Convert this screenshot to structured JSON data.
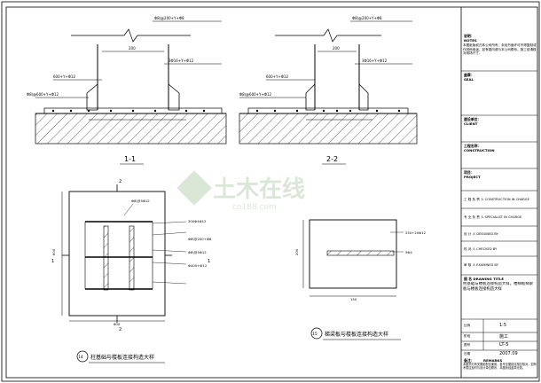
{
  "section_1": {
    "label": "1-1",
    "dims": {
      "top_callout": "Φ8\\@200+Y+Φ8",
      "mid_width": "200",
      "beam_callout": "3Φ16+Y+Φ12",
      "haunch_callout": "600+Y+Φ12",
      "slab_callout": "Φ8\\@600+Y+Φ12"
    }
  },
  "section_2": {
    "label": "2-2",
    "dims": {
      "top_callout": "Φ8\\@200+Y+Φ8",
      "mid_width": "200",
      "beam_callout": "3Φ16+Y+Φ12",
      "haunch_callout": "600+Y+Φ12",
      "slab_callout": "Φ8\\@600+Y+Φ12"
    }
  },
  "detail_14": {
    "number": "14",
    "title": "柱基础与楼板连接构造大样",
    "cut_label": "2",
    "side_label": "1",
    "dim_bottom": "600",
    "dim_left": "600",
    "callouts": [
      "Φ8\\@5Φ12",
      "300Φ4Φ12",
      "Φ8\\@200+Φ8",
      "Φ8\\@5Φ12",
      "Φ400+Φ12"
    ]
  },
  "detail_15": {
    "number": "15",
    "title": "梯梁板与楼板连接构造大样",
    "callout_top": "250+20Φ12",
    "callout_mid": "5Φ4",
    "dim_bottom": "150",
    "dim_left": "200"
  },
  "title_block": {
    "notes_label": "说明：",
    "notes_label_en": "NOTES",
    "notes_text": "本图纸版权归本公司所有，未经书面许可不得复制或作其他用途，如有疑问请与本公司联系。施工前请核对现场尺寸。",
    "seal_label": "盖章：",
    "seal_label_en": "SEAL",
    "client_label": "建设单位：",
    "client_label_en": "CLIENT",
    "construction_label": "工程名称：",
    "construction_label_en": "CONSTRUCTION",
    "project_label": "项目：",
    "project_label_en": "PROJECT",
    "rows": [
      "工 程 负 责 人  CONSTRUCTION IN CHARGE",
      "专 业 负 责 人  SPECIALIST IN CHARGE",
      "设 计 人  DESIGNED BY",
      "校 对 人  CHECKED BY",
      "审 核 人  EXAMINED BY"
    ],
    "drawing_title_label": "图 名  DRAWING TITLE",
    "drawing_title": "柱基础与楼板连接构造大样，楼梯板梯梁板与楼板连接构造大样",
    "scale_label": "比例",
    "scale_value": "1:5",
    "stage_label": "阶段",
    "stage_value": "施工",
    "drawing_no_label": "图号",
    "drawing_no_value": "LT-5",
    "date_label": "日期",
    "date_value": "2007.09",
    "remark_label": "备注：",
    "remark_label_en": "REMARKS",
    "remark_text": "本图须与有关图纸配合使用，各专业图纸应相互核对，如有矛盾应及时与设计单位联系，本图未经盖章无效。"
  },
  "watermark": {
    "main": "土木在线",
    "sub": "co188.com"
  }
}
